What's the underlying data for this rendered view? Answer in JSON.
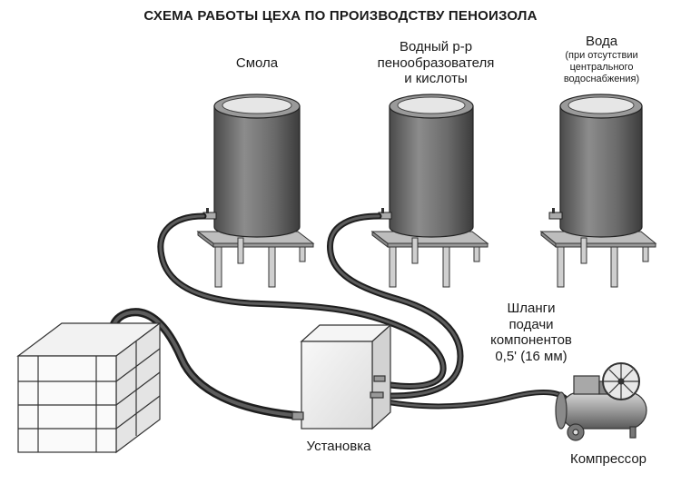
{
  "title": "СХЕМА РАБОТЫ ЦЕХА ПО ПРОИЗВОДСТВУ ПЕНОИЗОЛА",
  "tanks": [
    {
      "id": "resin",
      "lines": [
        "Смола"
      ],
      "note": []
    },
    {
      "id": "foam",
      "lines": [
        "Водный р-р",
        "пенообразователя",
        "и кислоты"
      ],
      "note": []
    },
    {
      "id": "water",
      "lines": [
        "Вода"
      ],
      "note": [
        "(при отсутствии",
        "центрального",
        "водоснабжения)"
      ]
    }
  ],
  "hoses_label": [
    "Шланги",
    "подачи",
    "компонентов",
    "0,5' (16 мм)"
  ],
  "unit_label": "Установка",
  "compressor_label": "Компрессор",
  "colors": {
    "tank": "#6b6b6b",
    "hose": "#3a3a3a",
    "background": "#ffffff",
    "text": "#1a1a1a"
  }
}
